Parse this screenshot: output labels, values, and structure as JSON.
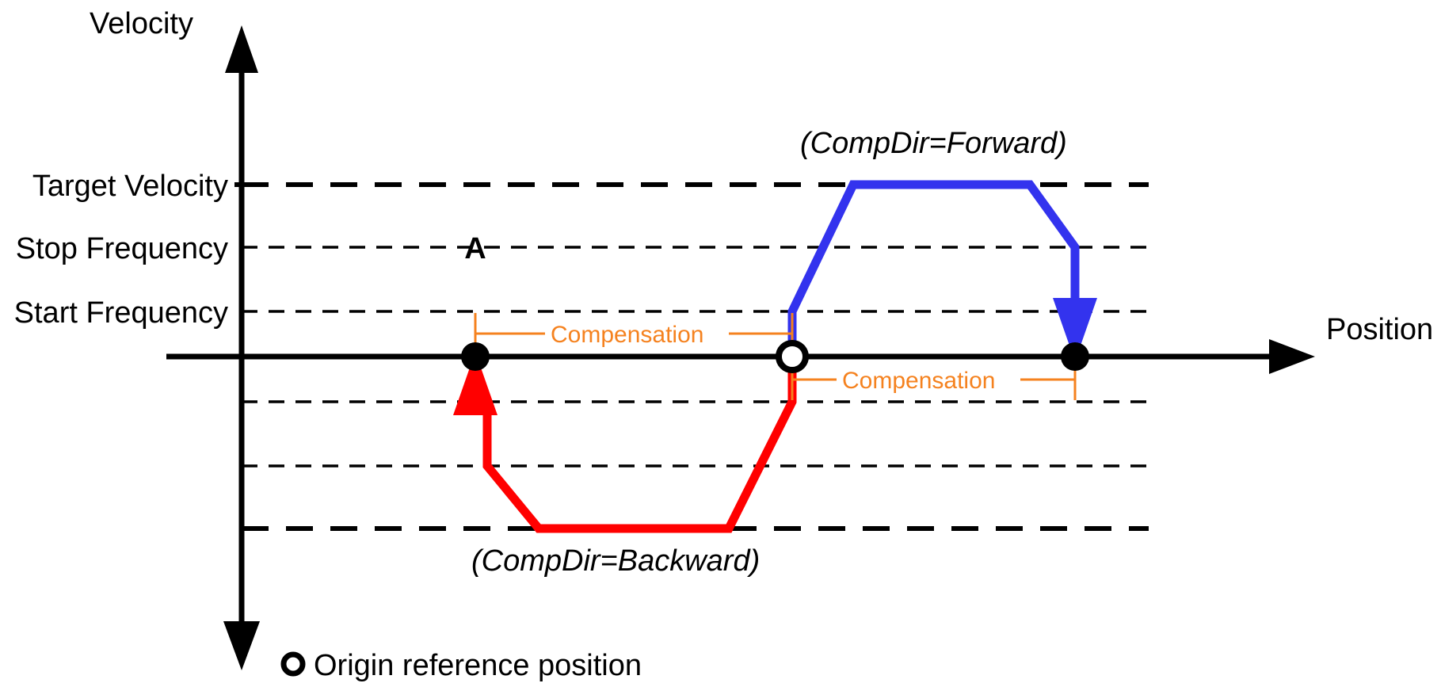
{
  "chart_data": {
    "type": "line",
    "title": "",
    "xlabel": "Position",
    "ylabel": "Velocity",
    "grid": true,
    "legend_position": "bottom-left",
    "axis": {
      "origin_x": 305,
      "zero_velocity_y": 450,
      "y_axis_label": "Velocity",
      "x_axis_label": "Position"
    },
    "velocity_levels": [
      {
        "name": "Target Velocity",
        "label": "Target Velocity",
        "y": 233,
        "dash": "heavy",
        "side": "positive"
      },
      {
        "name": "Stop Frequency",
        "label": "Stop Frequency",
        "y": 312,
        "dash": "light",
        "side": "positive"
      },
      {
        "name": "Start Frequency",
        "label": "Start Frequency",
        "y": 393,
        "dash": "light",
        "side": "positive"
      },
      {
        "name": "Start Frequency (negative)",
        "label": "",
        "y": 507,
        "dash": "light",
        "side": "negative"
      },
      {
        "name": "Stop Frequency (negative)",
        "label": "",
        "y": 588,
        "dash": "light",
        "side": "negative"
      },
      {
        "name": "Target Velocity (negative)",
        "label": "",
        "y": 667,
        "dash": "heavy",
        "side": "negative"
      }
    ],
    "markers": [
      {
        "name": "point-a",
        "label": "A",
        "x": 600,
        "y": 450,
        "style": "filled"
      },
      {
        "name": "origin-reference",
        "label": "",
        "x": 1000,
        "y": 450,
        "style": "hollow"
      },
      {
        "name": "end-point-forward",
        "label": "",
        "x": 1357,
        "y": 450,
        "style": "filled"
      }
    ],
    "series": [
      {
        "name": "CompDir=Forward",
        "label": "(CompDir=Forward)",
        "color": "#3333EE",
        "direction": "forward",
        "arrow_end": "down",
        "points": [
          {
            "x": 1000,
            "y": 450
          },
          {
            "x": 1000,
            "y": 393
          },
          {
            "x": 1077,
            "y": 233
          },
          {
            "x": 1300,
            "y": 233
          },
          {
            "x": 1357,
            "y": 312
          },
          {
            "x": 1357,
            "y": 450
          }
        ]
      },
      {
        "name": "CompDir=Backward",
        "label": "(CompDir=Backward)",
        "color": "#FF0000",
        "direction": "backward",
        "arrow_end": "up",
        "points": [
          {
            "x": 1000,
            "y": 450
          },
          {
            "x": 1000,
            "y": 507
          },
          {
            "x": 920,
            "y": 667
          },
          {
            "x": 680,
            "y": 667
          },
          {
            "x": 615,
            "y": 588
          },
          {
            "x": 615,
            "y": 507
          },
          {
            "x": 600,
            "y": 450
          }
        ]
      }
    ],
    "annotations": [
      {
        "name": "compensation-backward",
        "text": "Compensation",
        "color": "#F5821F",
        "from_x": 600,
        "to_x": 1000,
        "y": 421,
        "text_x": 695,
        "text_y": 432,
        "above_axis": true
      },
      {
        "name": "compensation-forward",
        "text": "Compensation",
        "color": "#F5821F",
        "from_x": 1000,
        "to_x": 1357,
        "y": 479,
        "text_x": 1063,
        "text_y": 490,
        "above_axis": false
      }
    ]
  },
  "labels": {
    "y_axis_title": "Velocity",
    "x_axis_title": "Position",
    "target_velocity": "Target Velocity",
    "stop_frequency": "Stop Frequency",
    "start_frequency": "Start Frequency",
    "point_a": "A",
    "comp_dir_forward": "(CompDir=Forward)",
    "comp_dir_backward": "(CompDir=Backward)",
    "compensation_upper": "Compensation",
    "compensation_lower": "Compensation"
  },
  "legend": {
    "marker": "hollow-circle",
    "text": "Origin reference position"
  },
  "colors": {
    "forward": "#3333EE",
    "backward": "#FF0000",
    "compensation": "#F5821F",
    "axis": "#000000",
    "background": "#FFFFFF"
  }
}
